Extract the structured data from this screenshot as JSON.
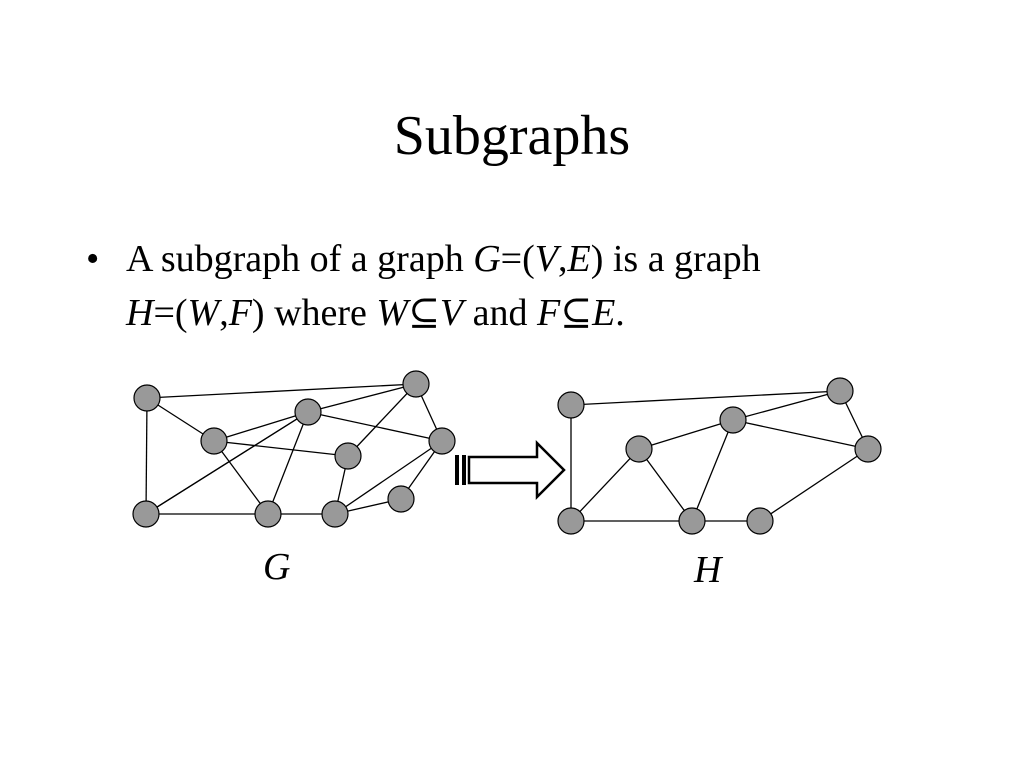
{
  "slide": {
    "title": "Subgraphs",
    "bullet": {
      "marker": "•",
      "segments_line1": [
        {
          "text": "A subgraph of a graph ",
          "italic": false
        },
        {
          "text": "G",
          "italic": true
        },
        {
          "text": "=(",
          "italic": false
        },
        {
          "text": "V",
          "italic": true
        },
        {
          "text": ",",
          "italic": false
        },
        {
          "text": "E",
          "italic": true
        },
        {
          "text": ") is a graph",
          "italic": false
        }
      ],
      "segments_line2": [
        {
          "text": "H",
          "italic": true
        },
        {
          "text": "=(",
          "italic": false
        },
        {
          "text": "W",
          "italic": true
        },
        {
          "text": ",",
          "italic": false
        },
        {
          "text": "F",
          "italic": true
        },
        {
          "text": ") where ",
          "italic": false
        },
        {
          "text": "W",
          "italic": true
        },
        {
          "text": "⊆",
          "italic": false
        },
        {
          "text": "V",
          "italic": true
        },
        {
          "text": " and ",
          "italic": false
        },
        {
          "text": "F",
          "italic": true
        },
        {
          "text": "⊆",
          "italic": false
        },
        {
          "text": "E",
          "italic": true
        },
        {
          "text": ".",
          "italic": false
        }
      ]
    }
  },
  "graphs": {
    "G": {
      "label": "G",
      "nodes": [
        "g1",
        "g2",
        "g3",
        "g4",
        "g5",
        "g6",
        "g7",
        "g8",
        "g9",
        "g10",
        "g11"
      ],
      "edges": [
        [
          "g1",
          "g2"
        ],
        [
          "g1",
          "g5"
        ],
        [
          "g1",
          "g9"
        ],
        [
          "g2",
          "g4"
        ],
        [
          "g2",
          "g7"
        ],
        [
          "g3",
          "g4"
        ],
        [
          "g3",
          "g6"
        ],
        [
          "g3",
          "g8"
        ],
        [
          "g4",
          "g7"
        ],
        [
          "g4",
          "g5"
        ],
        [
          "g4",
          "g11"
        ],
        [
          "g5",
          "g6"
        ],
        [
          "g5",
          "g10"
        ],
        [
          "g6",
          "g9"
        ],
        [
          "g7",
          "g8"
        ],
        [
          "g9",
          "g10"
        ],
        [
          "g9",
          "g8"
        ],
        [
          "g10",
          "g11"
        ]
      ]
    },
    "H": {
      "label": "H",
      "nodes": [
        "h1",
        "h2",
        "h3",
        "h4",
        "h5",
        "h6",
        "h7",
        "h8"
      ],
      "edges": [
        [
          "h1",
          "h2"
        ],
        [
          "h1",
          "h6"
        ],
        [
          "h2",
          "h7"
        ],
        [
          "h2",
          "h8"
        ],
        [
          "h3",
          "h4"
        ],
        [
          "h3",
          "h5"
        ],
        [
          "h3",
          "h6"
        ],
        [
          "h4",
          "h7"
        ],
        [
          "h4",
          "h5"
        ],
        [
          "h5",
          "h8"
        ],
        [
          "h6",
          "h7"
        ]
      ]
    }
  },
  "arrow": {
    "icon": "double-outline-right-arrow-icon"
  },
  "colors": {
    "node_fill": "#999999",
    "stroke": "#000000",
    "background": "#ffffff"
  }
}
